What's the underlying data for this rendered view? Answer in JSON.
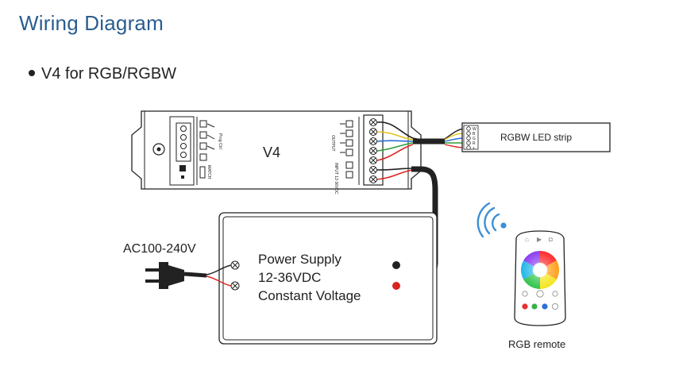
{
  "title": "Wiring Diagram",
  "subtitle": "V4 for RGB/RGBW",
  "controller": {
    "name": "V4",
    "left_terminal_labels": [
      "Prog Ctrl"
    ],
    "right_terminal_labels": [
      "OUTPUT",
      "INPUT 12-36VDC"
    ],
    "dip_label": "MATCH"
  },
  "led_strip": {
    "label": "RGBW LED strip",
    "pins": [
      "W",
      "B",
      "G",
      "R",
      "+"
    ]
  },
  "ac_input": {
    "label": "AC100-240V"
  },
  "power_supply": {
    "line1": "Power Supply",
    "line2": "12-36VDC",
    "line3": "Constant Voltage"
  },
  "remote": {
    "label": "RGB remote"
  },
  "colors": {
    "title": "#2a5d8f",
    "wireRed": "#d9241f",
    "wireGreen": "#2e9e3a",
    "wireBlue": "#2a6fd6",
    "wireYellow": "#e3c21d",
    "wireBlack": "#222222",
    "signal": "#3a8fd6"
  }
}
